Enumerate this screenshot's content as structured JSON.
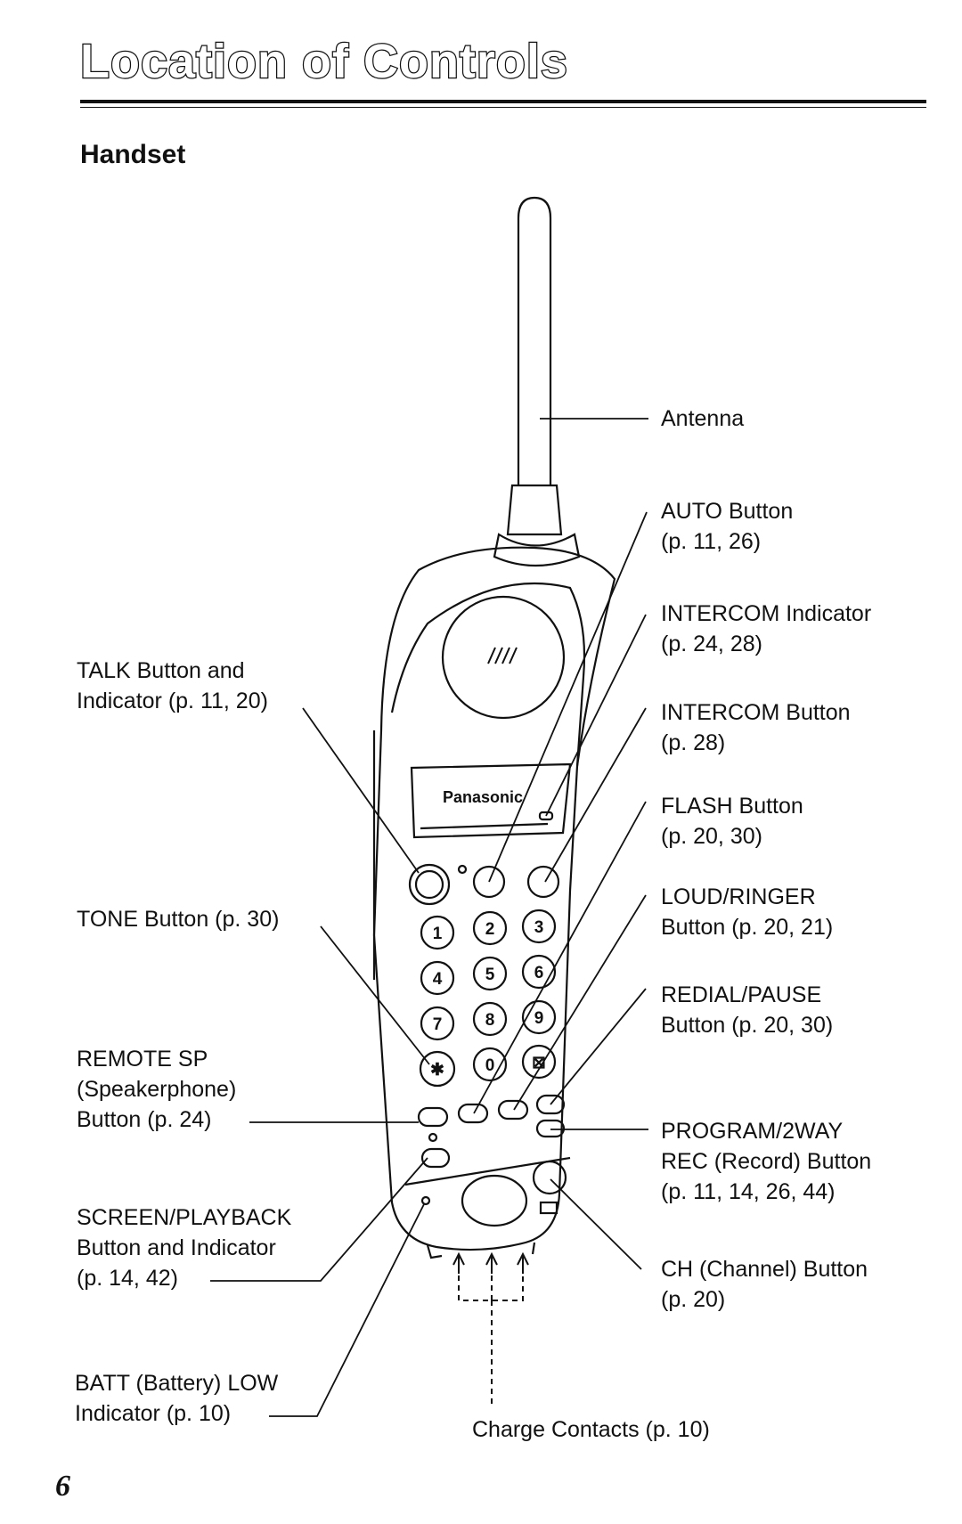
{
  "page": {
    "title": "Location of Controls",
    "section": "Handset",
    "page_number": "6",
    "brand": "Panasonic"
  },
  "labels": {
    "antenna": "Antenna",
    "auto_1": "AUTO Button",
    "auto_2": "(p. 11, 26)",
    "intercom_ind_1": "INTERCOM Indicator",
    "intercom_ind_2": "(p. 24, 28)",
    "intercom_btn_1": "INTERCOM Button",
    "intercom_btn_2": "(p. 28)",
    "flash_1": "FLASH Button",
    "flash_2": "(p. 20, 30)",
    "loud_1": "LOUD/RINGER",
    "loud_2": "Button (p. 20, 21)",
    "redial_1": "REDIAL/PAUSE",
    "redial_2": "Button (p. 20, 30)",
    "program_1": "PROGRAM/2WAY",
    "program_2": "REC (Record) Button",
    "program_3": "(p. 11, 14, 26, 44)",
    "ch_1": "CH (Channel) Button",
    "ch_2": "(p. 20)",
    "talk_1": "TALK Button and",
    "talk_2": "Indicator (p. 11, 20)",
    "tone_1": "TONE Button (p. 30)",
    "remote_1": "REMOTE SP",
    "remote_2": "(Speakerphone)",
    "remote_3": "Button (p. 24)",
    "screen_1": "SCREEN/PLAYBACK",
    "screen_2": "Button and Indicator",
    "screen_3": "(p. 14, 42)",
    "batt_1": "BATT (Battery) LOW",
    "batt_2": "Indicator (p. 10)",
    "charge_1": "Charge Contacts (p. 10)"
  },
  "keypad": {
    "keys": [
      "1",
      "2",
      "3",
      "4",
      "5",
      "6",
      "7",
      "8",
      "9",
      "✱",
      "0",
      "⊠"
    ]
  }
}
